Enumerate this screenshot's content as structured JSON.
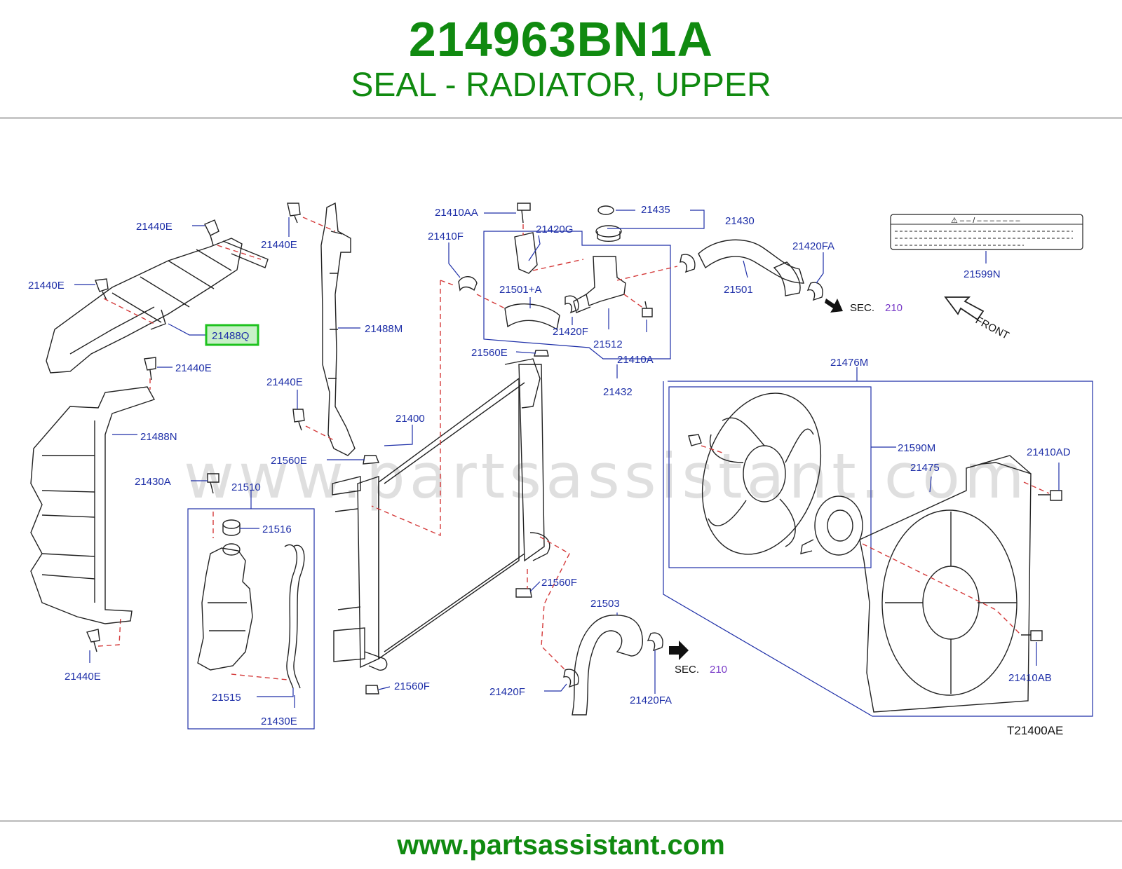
{
  "header": {
    "part_number": "214963BN1A",
    "part_name": "SEAL - RADIATOR, UPPER"
  },
  "watermark": "www.partsassistant.com",
  "footer": {
    "url": "www.partsassistant.com"
  },
  "colors": {
    "brand_green": "#108a10",
    "label_blue": "#1e2fa8",
    "dash_red": "#d43a3a",
    "highlight_green": "#1ec21e",
    "highlight_fill": "#c8f0c8"
  },
  "diagram": {
    "highlighted_part": "21488Q",
    "labels": {
      "l21440E_a": "21440E",
      "l21440E_b": "21440E",
      "l21440E_c": "21440E",
      "l21440E_d": "21440E",
      "l21440E_e": "21440E",
      "l21440E_f": "21440E",
      "l21488Q": "21488Q",
      "l21488M": "21488M",
      "l21488N": "21488N",
      "l21430A": "21430A",
      "l21510": "21510",
      "l21516": "21516",
      "l21515": "21515",
      "l21430E": "21430E",
      "l21560E_a": "21560E",
      "l21560E_b": "21560E",
      "l21400": "21400",
      "l21560F_a": "21560F",
      "l21560F_b": "21560F",
      "l21410AA": "21410AA",
      "l21410F": "21410F",
      "l21420G": "21420G",
      "l21501A": "21501+A",
      "l21420F_a": "21420F",
      "l21420F_b": "21420F",
      "l21512": "21512",
      "l21410A": "21410A",
      "l21432": "21432",
      "l21435": "21435",
      "l21430": "21430",
      "l21501": "21501",
      "l21420FA_a": "21420FA",
      "l21420FA_b": "21420FA",
      "sec_a": "SEC.",
      "sec_a_num": "210",
      "sec_b": "SEC.",
      "sec_b_num": "210",
      "l21599N": "21599N",
      "front": "FRONT",
      "l21476M": "21476M",
      "l21590M": "21590M",
      "l21475": "21475",
      "l21410AD": "21410AD",
      "l21410AB": "21410AB",
      "l21503": "21503",
      "ref_code": "T21400AE",
      "caution_title": "⚠ – – / – – – – – – –"
    }
  }
}
